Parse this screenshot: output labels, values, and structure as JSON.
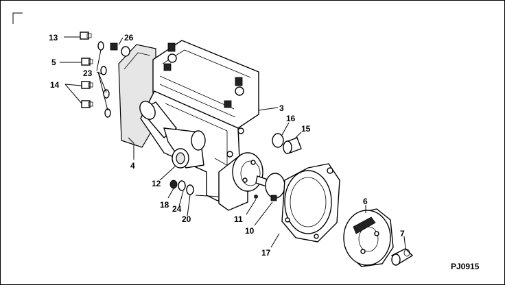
{
  "diagram": {
    "code": "PJ0915",
    "callouts": [
      {
        "id": "13",
        "text": "13"
      },
      {
        "id": "26",
        "text": "26"
      },
      {
        "id": "5",
        "text": "5"
      },
      {
        "id": "23",
        "text": "23"
      },
      {
        "id": "14",
        "text": "14"
      },
      {
        "id": "3",
        "text": "3"
      },
      {
        "id": "16",
        "text": "16"
      },
      {
        "id": "15",
        "text": "15"
      },
      {
        "id": "4",
        "text": "4"
      },
      {
        "id": "12",
        "text": "12"
      },
      {
        "id": "18",
        "text": "18"
      },
      {
        "id": "24",
        "text": "24"
      },
      {
        "id": "20",
        "text": "20"
      },
      {
        "id": "11",
        "text": "11"
      },
      {
        "id": "10",
        "text": "10"
      },
      {
        "id": "17",
        "text": "17"
      },
      {
        "id": "6",
        "text": "6"
      },
      {
        "id": "7",
        "text": "7"
      }
    ]
  }
}
